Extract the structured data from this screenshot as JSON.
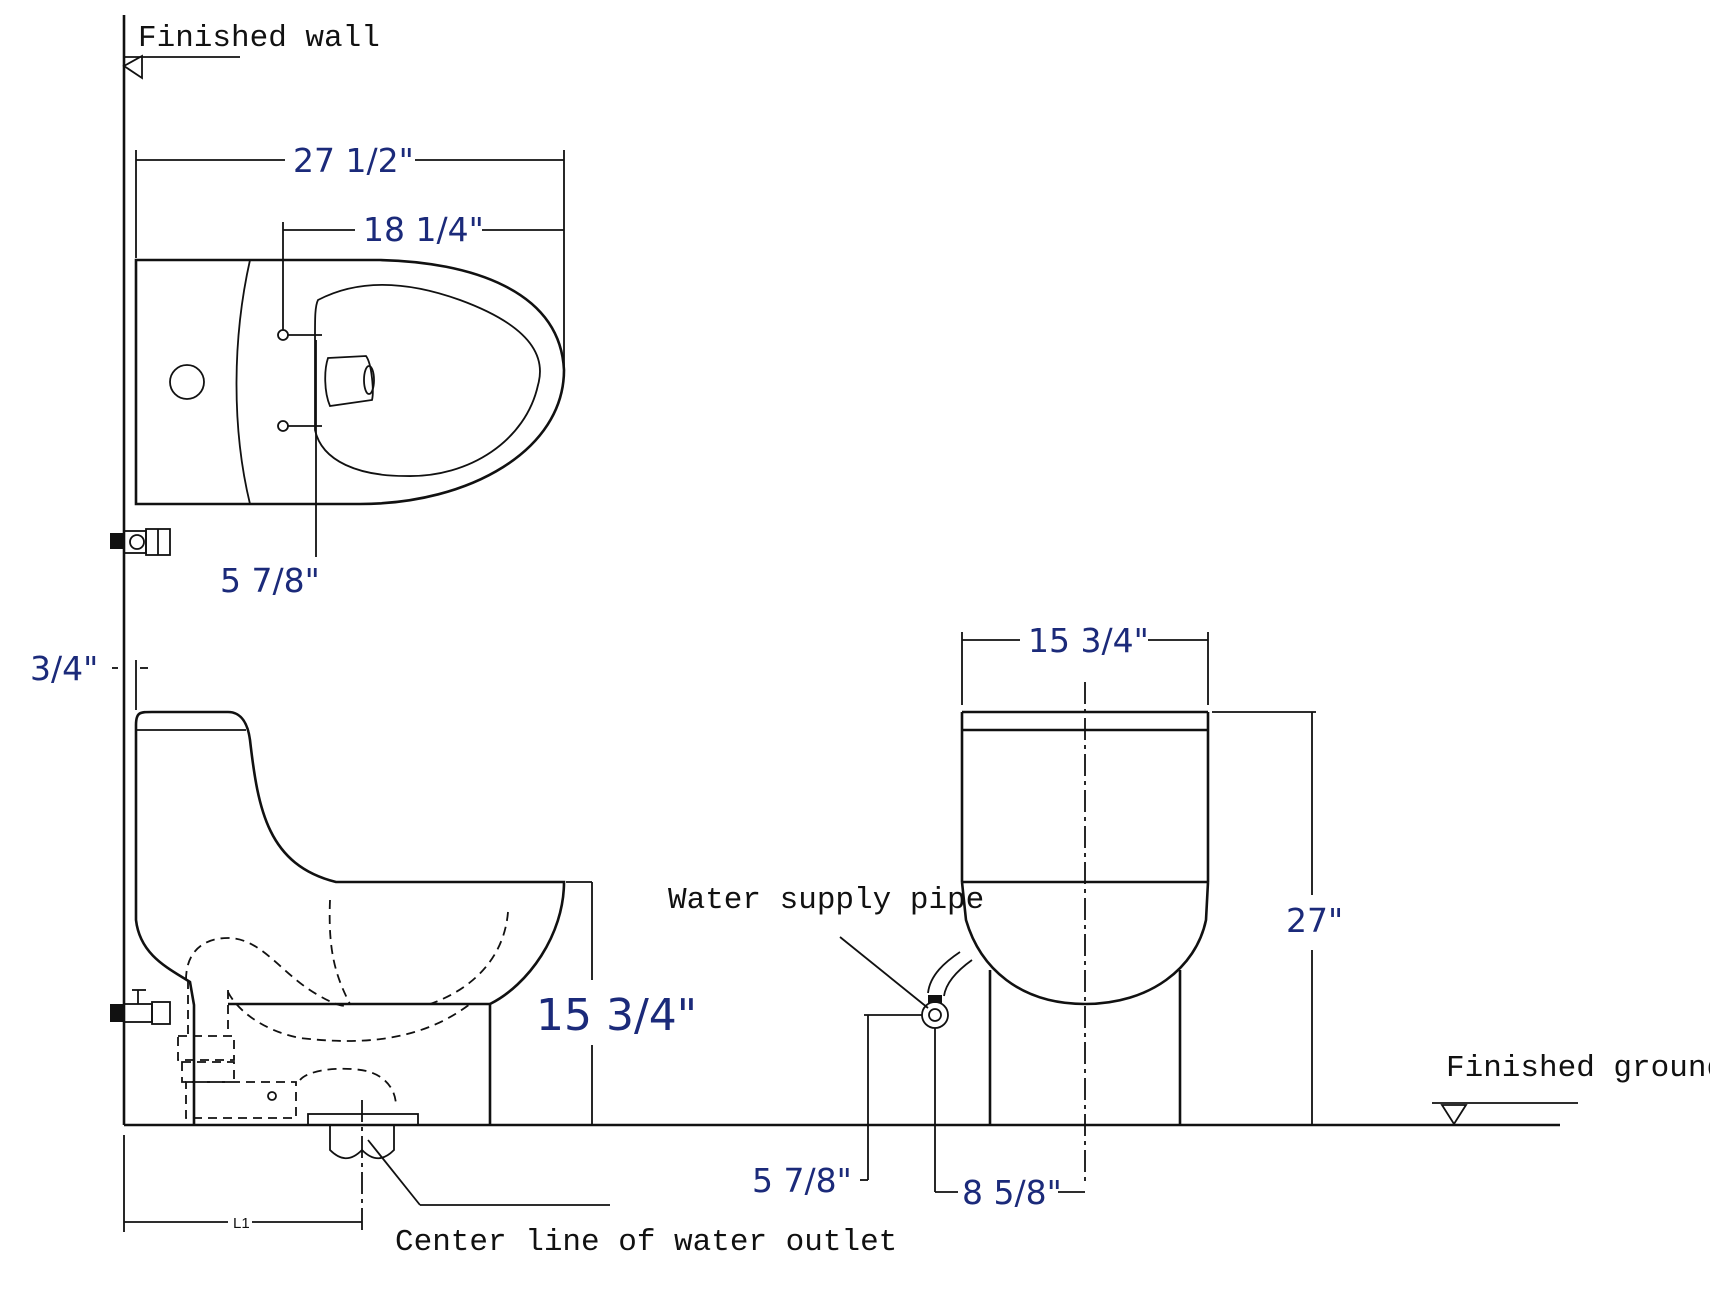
{
  "labels": {
    "finished_wall": "Finished wall",
    "finished_ground": "Finished ground",
    "water_supply_pipe": "Water supply pipe",
    "center_line_water_outlet": "Center line of water outlet",
    "l1": "L1"
  },
  "dimensions": {
    "top_overall_length": "27 1/2\"",
    "top_outlet_to_front": "18 1/4\"",
    "top_supply_offset": "5 7/8\"",
    "side_wall_gap": "3/4\"",
    "side_seat_height": "15 3/4\"",
    "front_width": "15 3/4\"",
    "front_total_height": "27\"",
    "front_supply_offset": "5 7/8\"",
    "front_centerline_offset": "8 5/8\""
  },
  "colors": {
    "line": "#111111",
    "dimension_text": "#1b2a7a"
  }
}
